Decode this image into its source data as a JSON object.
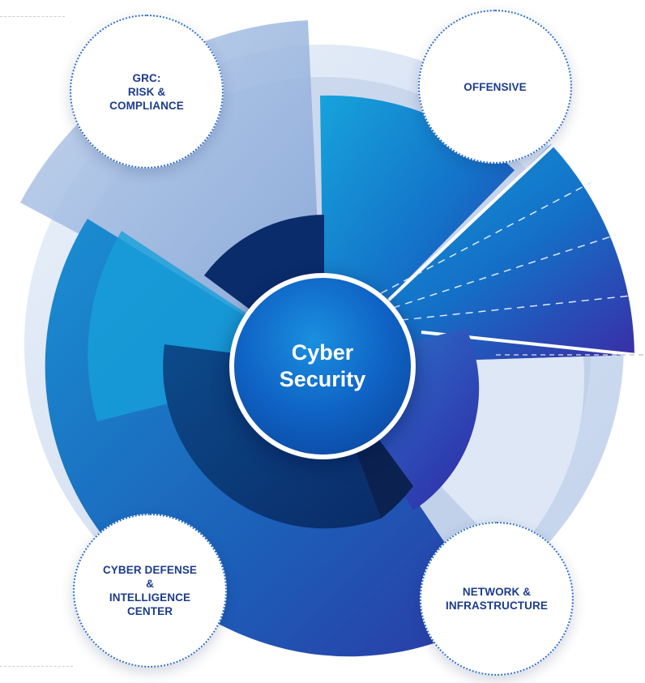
{
  "center": {
    "title": "Cyber\nSecurity"
  },
  "badges": {
    "grc": {
      "label": "GRC:\nRISK &\nCOMPLIANCE",
      "icon": "dotted-circle"
    },
    "offensive": {
      "label": "OFFENSIVE",
      "icon": "dotted-circle"
    },
    "defense": {
      "label": "CYBER DEFENSE\n&\nINTELLIGENCE\nCENTER",
      "icon": "dotted-circle"
    },
    "network": {
      "label": "NETWORK &\nINFRASTRUCTURE",
      "icon": "dotted-circle"
    }
  },
  "colors": {
    "ring_light": "#c8d8ee",
    "accent_cyan": "#1aa0d8",
    "accent_indigo": "#3a2ba8",
    "deep_navy": "#08306e",
    "label_text": "#1c3c8c"
  }
}
